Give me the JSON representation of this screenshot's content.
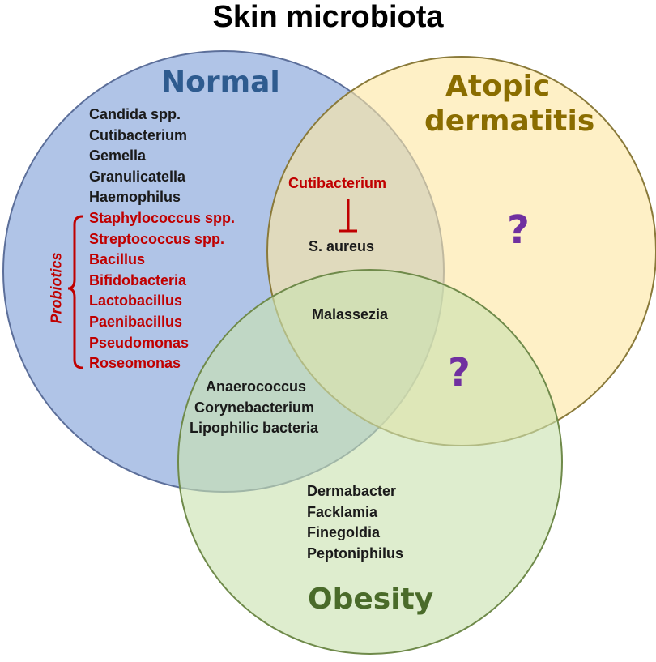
{
  "title": "Skin microbiota",
  "sets": {
    "normal": {
      "label": "Normal",
      "fill": "#7f9fd9",
      "stroke": "#5c6f9a",
      "label_color": "#2e5b8f",
      "taxa": [
        "Candida spp.",
        "Cutibacterium",
        "Gemella",
        "Granulicatella",
        "Haemophilus"
      ],
      "probiotics_label": "Probiotics",
      "probiotics": [
        "Staphylococcus spp.",
        "Streptococcus spp.",
        "Bacillus",
        "Bifidobacteria",
        "Lactobacillus",
        "Paenibacillus",
        "Pseudomonas",
        "Roseomonas"
      ]
    },
    "atopic": {
      "label_line1": "Atopic",
      "label_line2": "dermatitis",
      "fill": "#fde6a3",
      "stroke": "#8a7a3a",
      "label_color": "#8a6d00",
      "unknown_marker": "?"
    },
    "obesity": {
      "label": "Obesity",
      "fill": "#c9e2b0",
      "stroke": "#6f8a4a",
      "label_color": "#4a6b2a",
      "taxa": [
        "Dermabacter",
        "Facklamia",
        "Finegoldia",
        "Peptoniphilus"
      ]
    }
  },
  "intersections": {
    "normal_atopic": {
      "inhibitor": "Cutibacterium",
      "inhibitor_color": "#c00000",
      "target": "S. aureus"
    },
    "all_three": [
      "Malassezia"
    ],
    "normal_obesity": [
      "Anaerococcus",
      "Corynebacterium",
      "Lipophilic bacteria"
    ],
    "atopic_obesity_marker": "?"
  },
  "colors": {
    "question_mark": "#7030a0",
    "probiotic_red": "#c00000"
  }
}
